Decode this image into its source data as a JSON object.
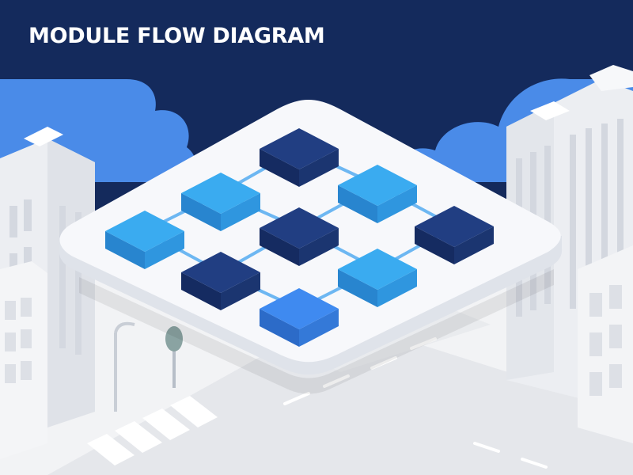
{
  "title": "MODULE FLOW DIAGRAM",
  "colors": {
    "sky": "#142a5c",
    "cloud": "#4a8be8",
    "platform": "#f7f8fb",
    "light_module": "#35a2ea",
    "medium_module": "#3b82e6",
    "dark_module": "#1e3877",
    "connector": "#6db7f2",
    "building": "#eceef2",
    "road": "#e6e8ec"
  },
  "diagram": {
    "modules": [
      {
        "id": "m1",
        "shade": "dark"
      },
      {
        "id": "m2",
        "shade": "light"
      },
      {
        "id": "m3",
        "shade": "light"
      },
      {
        "id": "m4",
        "shade": "light"
      },
      {
        "id": "m5",
        "shade": "dark"
      },
      {
        "id": "m6",
        "shade": "dark"
      },
      {
        "id": "m7",
        "shade": "dark"
      },
      {
        "id": "m8",
        "shade": "light"
      },
      {
        "id": "m9",
        "shade": "medium"
      }
    ],
    "connections": [
      [
        "m1",
        "m2"
      ],
      [
        "m1",
        "m3"
      ],
      [
        "m2",
        "m4"
      ],
      [
        "m2",
        "m5"
      ],
      [
        "m3",
        "m5"
      ],
      [
        "m3",
        "m6"
      ],
      [
        "m4",
        "m7"
      ],
      [
        "m5",
        "m7"
      ],
      [
        "m5",
        "m8"
      ],
      [
        "m6",
        "m8"
      ],
      [
        "m7",
        "m9"
      ],
      [
        "m8",
        "m9"
      ]
    ]
  }
}
